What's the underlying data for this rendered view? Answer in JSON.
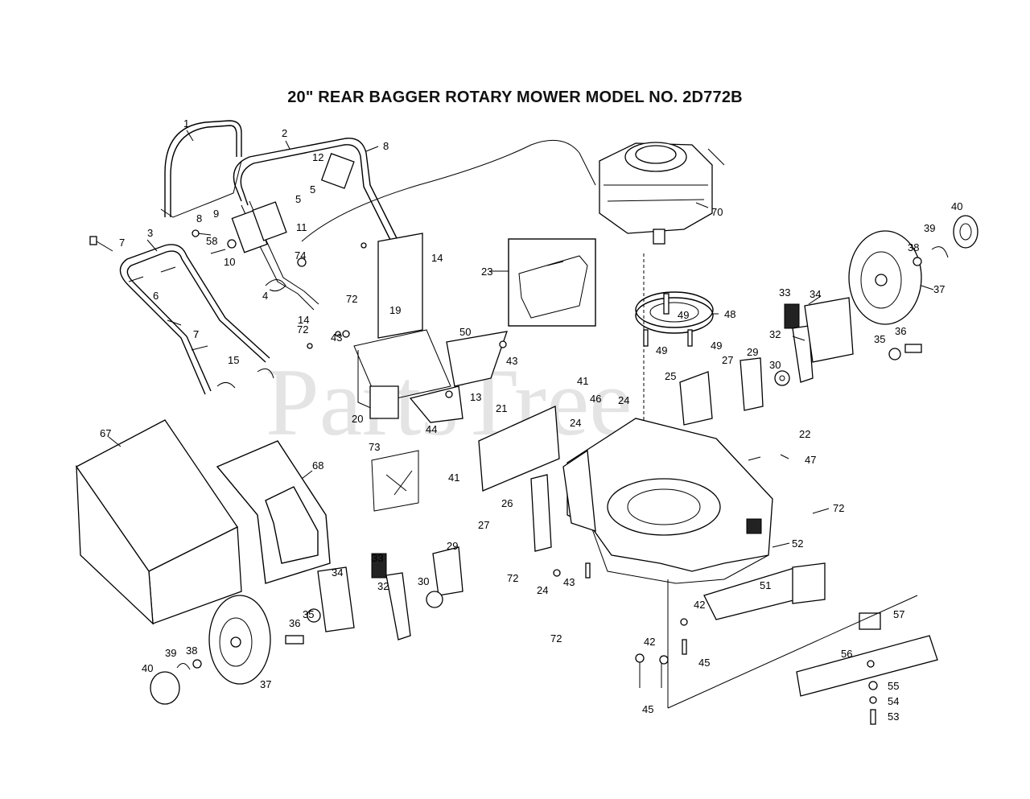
{
  "title": "20\" REAR BAGGER ROTARY MOWER MODEL NO. 2D772B",
  "watermark": "PartsTree",
  "parts": [
    "1",
    "2",
    "3",
    "4",
    "5",
    "5",
    "6",
    "7",
    "7",
    "7",
    "8",
    "8",
    "9",
    "10",
    "11",
    "12",
    "13",
    "14",
    "14",
    "15",
    "19",
    "20",
    "21",
    "22",
    "23",
    "24",
    "24",
    "24",
    "25",
    "26",
    "27",
    "27",
    "29",
    "29",
    "30",
    "30",
    "32",
    "32",
    "33",
    "33",
    "34",
    "34",
    "35",
    "35",
    "36",
    "36",
    "37",
    "37",
    "38",
    "38",
    "39",
    "39",
    "40",
    "40",
    "41",
    "41",
    "42",
    "42",
    "43",
    "43",
    "43",
    "44",
    "45",
    "45",
    "46",
    "47",
    "48",
    "49",
    "49",
    "49",
    "50",
    "51",
    "52",
    "53",
    "54",
    "55",
    "56",
    "57",
    "58",
    "67",
    "68",
    "70",
    "72",
    "72",
    "72",
    "72",
    "72",
    "73",
    "74"
  ]
}
